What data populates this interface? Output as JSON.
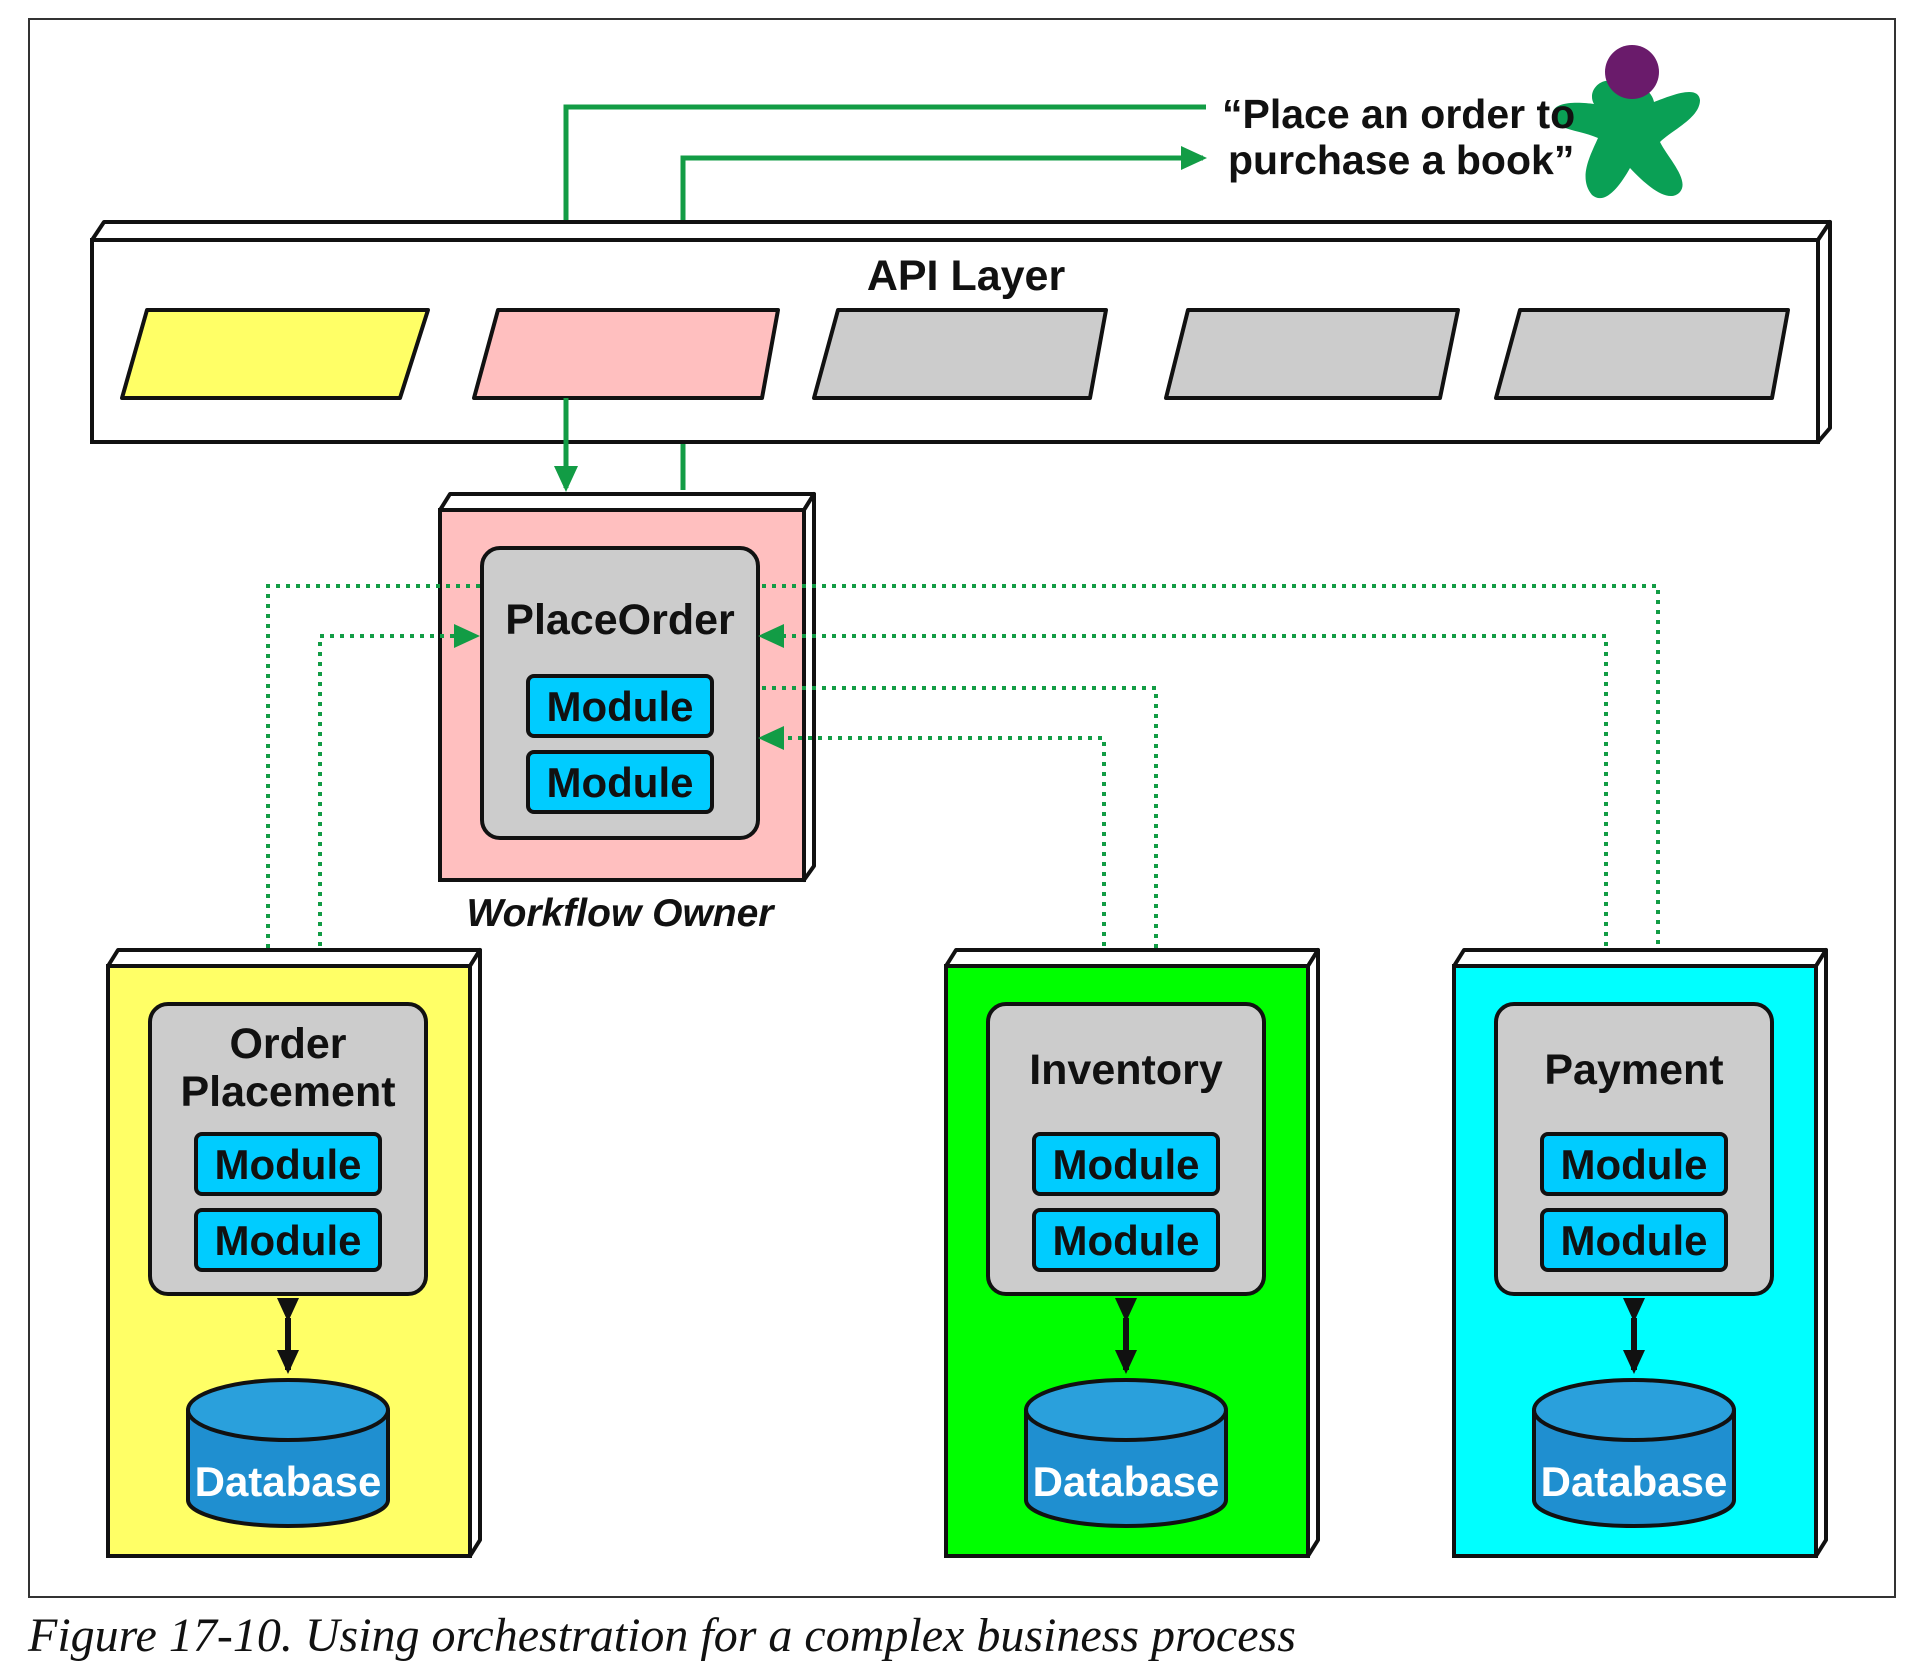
{
  "figure": {
    "caption": "Figure 17-10. Using orchestration for a complex business process"
  },
  "request": {
    "quote_line1": "“Place an order to",
    "quote_line2": "purchase a book”"
  },
  "api_layer": {
    "title": "API Layer",
    "slots": [
      {
        "fill": "#ffff66"
      },
      {
        "fill": "#ffbfbf"
      },
      {
        "fill": "#cccccc"
      },
      {
        "fill": "#cccccc"
      },
      {
        "fill": "#cccccc"
      }
    ]
  },
  "orchestrator": {
    "name": "PlaceOrder",
    "modules": [
      "Module",
      "Module"
    ],
    "role_label": "Workflow Owner",
    "fill": "#ffbfbf"
  },
  "services": [
    {
      "name_line1": "Order",
      "name_line2": "Placement",
      "modules": [
        "Module",
        "Module"
      ],
      "database": "Database",
      "fill": "#ffff66"
    },
    {
      "name_line1": "Inventory",
      "name_line2": "",
      "modules": [
        "Module",
        "Module"
      ],
      "database": "Database",
      "fill": "#00ff00"
    },
    {
      "name_line1": "Payment",
      "name_line2": "",
      "modules": [
        "Module",
        "Module"
      ],
      "database": "Database",
      "fill": "#00ffff"
    }
  ],
  "colors": {
    "arrow_green": "#129c45",
    "module_blue": "#00ccff",
    "service_inner": "#cccccc",
    "database_blue": "#1f8fd0",
    "database_top": "#2aa0dc",
    "user_body": "#0aa055",
    "user_head": "#6a1b6b"
  },
  "icons": {
    "user": "person-icon",
    "database": "database-icon"
  }
}
